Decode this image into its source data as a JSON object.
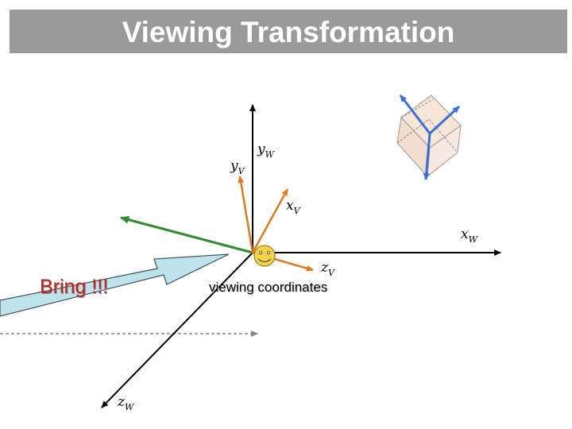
{
  "title": "Viewing Transformation",
  "callout": "Bring !!!",
  "caption": "viewing coordinates",
  "axes": {
    "yW": {
      "letter": "y",
      "sub": "W"
    },
    "xW": {
      "letter": "x",
      "sub": "W"
    },
    "zW": {
      "letter": "z",
      "sub": "W"
    },
    "yV": {
      "letter": "y",
      "sub": "V"
    },
    "xV": {
      "letter": "x",
      "sub": "V"
    },
    "zV": {
      "letter": "z",
      "sub": "V"
    }
  },
  "colors": {
    "title_bar": "#9a9a9a",
    "world_axes": "#000000",
    "viewing_axes": "#e07a1f",
    "view_direction": "#2e8b2e",
    "object_axes": "#3a6fd6",
    "callout_text": "#c0241c",
    "arrow_fill": "#bfe3ea",
    "camera_face": "#f5d24a"
  }
}
